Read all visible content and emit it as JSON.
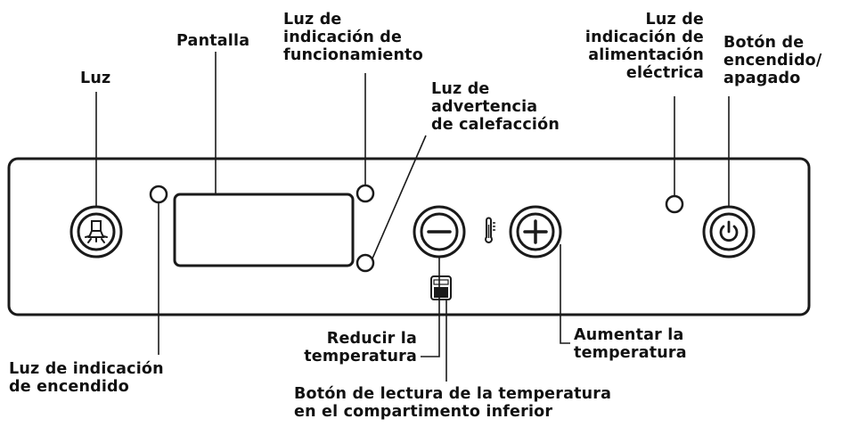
{
  "labels": {
    "luz": [
      "Luz"
    ],
    "pantalla": [
      "Pantalla"
    ],
    "funcionamiento": [
      "Luz de",
      "indicación de",
      "funcionamiento"
    ],
    "calefaccion": [
      "Luz de",
      "advertencia",
      "de calefacción"
    ],
    "alimentacion": [
      "Luz de",
      "indicación de",
      "alimentación",
      "eléctrica"
    ],
    "encendido_apagado": [
      "Botón de",
      "encendido/",
      "apagado"
    ],
    "indicacion_encendido": [
      "Luz de indicación",
      "de encendido"
    ],
    "reducir": [
      "Reducir la",
      "temperatura"
    ],
    "aumentar": [
      "Aumentar la",
      "temperatura"
    ],
    "lectura": [
      "Botón de lectura de la temperatura",
      "en el compartimento inferior"
    ]
  },
  "icons": {
    "light_button": "lightbulb-icon",
    "minus_button": "minus-icon",
    "plus_button": "plus-icon",
    "thermometer": "thermometer-icon",
    "power_button": "power-icon",
    "reading_button": "temperature-reading-icon"
  },
  "colors": {
    "line": "#1a1a1a",
    "text": "#111111",
    "background": "#ffffff"
  }
}
